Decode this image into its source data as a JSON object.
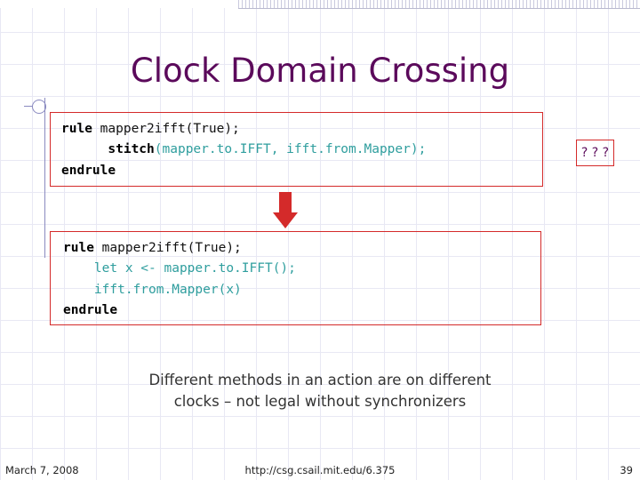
{
  "slide": {
    "title": "Clock Domain Crossing",
    "callout": "? ? ?",
    "caption_line1": "Different methods in an action are on different",
    "caption_line2": "clocks – not legal without synchronizers",
    "accent_red": "#d42a2a",
    "title_color": "#5b0a5b",
    "teal_color": "#2f9e9e"
  },
  "code_top": {
    "line1_kw": "rule",
    "line1_rest": " mapper2ifft(True);",
    "line2_indent": "      ",
    "line2_a": "stitch",
    "line2_b": "(mapper.to.IFFT, ifft.from.Mapper);",
    "line3_kw": "endrule"
  },
  "code_bottom": {
    "line1_kw": "rule",
    "line1_rest": " mapper2ifft(True);",
    "line2_indent": "    ",
    "line2_text": "let x <- mapper.to.IFFT();",
    "line3_indent": "    ",
    "line3_text": "ifft.from.Mapper(x)",
    "line4_kw": "endrule"
  },
  "footer": {
    "date": "March 7, 2008",
    "url": "http://csg.csail.mit.edu/6.375",
    "page": "39"
  }
}
